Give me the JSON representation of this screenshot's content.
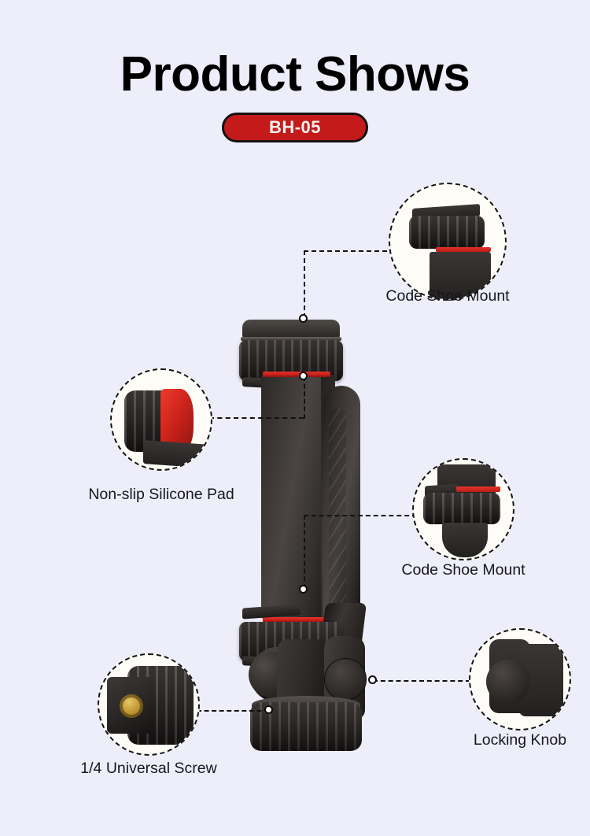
{
  "header": {
    "title": "Product Shows",
    "badge": "BH-05",
    "badge_color": "#c51a1a",
    "badge_text_color": "#f6f1ef"
  },
  "page": {
    "background_color": "#eeeefa",
    "text_color": "#16161c",
    "accent_red": "#c21f19",
    "leader_color": "#111111"
  },
  "callouts": [
    {
      "id": "code-shoe-mount-top",
      "label": "Code Shoe Mount"
    },
    {
      "id": "non-slip-silicone-pad",
      "label": "Non-slip Silicone Pad"
    },
    {
      "id": "code-shoe-mount-bottom",
      "label": "Code Shoe Mount"
    },
    {
      "id": "locking-knob",
      "label": "Locking Knob"
    },
    {
      "id": "quarter-universal-screw",
      "label": "1/4 Universal Screw"
    }
  ]
}
